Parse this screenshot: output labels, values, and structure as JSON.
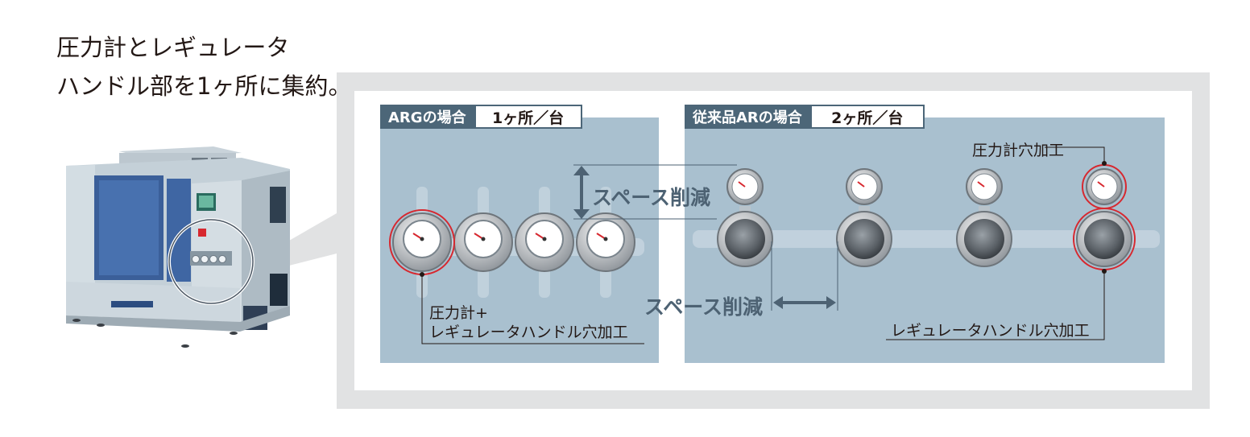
{
  "heading": {
    "line1": "圧力計とレギュレータ",
    "line2": "ハンドル部を1ヶ所に集約。"
  },
  "arg_panel": {
    "label": "ARGの場合",
    "count": "1ヶ所／台",
    "space_reduction": "スペース削減",
    "callout_line1": "圧力計+",
    "callout_line2": "レギュレータハンドル穴加工"
  },
  "ar_panel": {
    "label": "従来品ARの場合",
    "count": "2ヶ所／台",
    "space_reduction": "スペース削減",
    "gauge_callout": "圧力計穴加工",
    "regulator_callout": "レギュレータハンドル穴加工"
  },
  "colors": {
    "panel": "#a9c0cf",
    "tag": "#4c6678",
    "highlight": "#d7282f",
    "arrow": "#4d6273"
  }
}
